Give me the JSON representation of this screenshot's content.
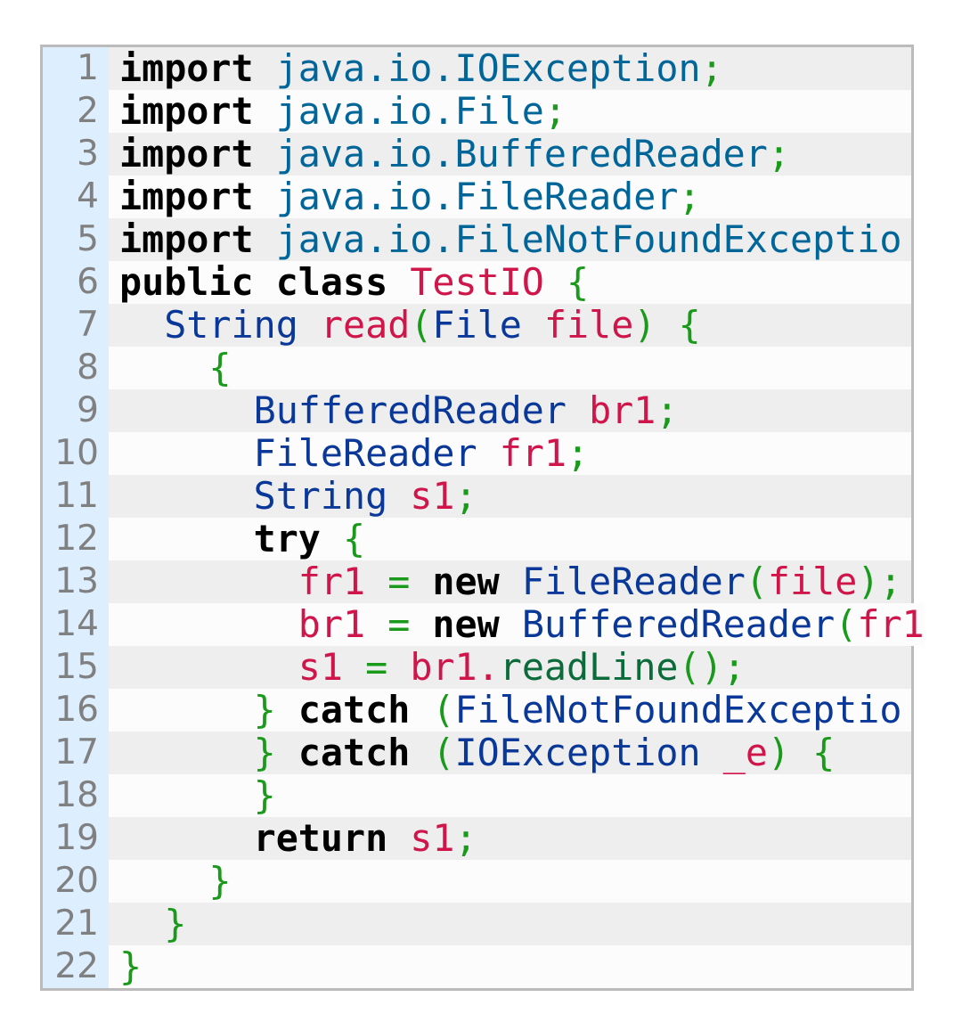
{
  "colors": {
    "keyword": "#000000",
    "package": "#006699",
    "type": "#0a3899",
    "identifier": "#d0154a",
    "punctuation": "#1a9a1a",
    "method": "#0b6b3a",
    "gutter_bg": "#ddeeff",
    "line_number": "#808080",
    "row_odd_bg": "#eeeeee",
    "row_even_bg": "#fcfcfc",
    "border": "#bbbbbb"
  },
  "lines": [
    {
      "n": "1",
      "tokens": [
        {
          "t": "import",
          "c": "kw"
        },
        {
          "t": " ",
          "c": "plain"
        },
        {
          "t": "java.io.IOException",
          "c": "pkg"
        },
        {
          "t": ";",
          "c": "punct"
        }
      ]
    },
    {
      "n": "2",
      "tokens": [
        {
          "t": "import",
          "c": "kw"
        },
        {
          "t": " ",
          "c": "plain"
        },
        {
          "t": "java.io.File",
          "c": "pkg"
        },
        {
          "t": ";",
          "c": "punct"
        }
      ]
    },
    {
      "n": "3",
      "tokens": [
        {
          "t": "import",
          "c": "kw"
        },
        {
          "t": " ",
          "c": "plain"
        },
        {
          "t": "java.io.BufferedReader",
          "c": "pkg"
        },
        {
          "t": ";",
          "c": "punct"
        }
      ]
    },
    {
      "n": "4",
      "tokens": [
        {
          "t": "import",
          "c": "kw"
        },
        {
          "t": " ",
          "c": "plain"
        },
        {
          "t": "java.io.FileReader",
          "c": "pkg"
        },
        {
          "t": ";",
          "c": "punct"
        }
      ]
    },
    {
      "n": "5",
      "tokens": [
        {
          "t": "import",
          "c": "kw"
        },
        {
          "t": " ",
          "c": "plain"
        },
        {
          "t": "java.io.FileNotFoundExceptio",
          "c": "pkg"
        }
      ]
    },
    {
      "n": "6",
      "tokens": [
        {
          "t": "public",
          "c": "kw"
        },
        {
          "t": " ",
          "c": "plain"
        },
        {
          "t": "class",
          "c": "kw"
        },
        {
          "t": " ",
          "c": "plain"
        },
        {
          "t": "TestIO",
          "c": "ident"
        },
        {
          "t": " ",
          "c": "plain"
        },
        {
          "t": "{",
          "c": "punct"
        }
      ]
    },
    {
      "n": "7",
      "tokens": [
        {
          "t": "  ",
          "c": "plain"
        },
        {
          "t": "String",
          "c": "type"
        },
        {
          "t": " ",
          "c": "plain"
        },
        {
          "t": "read",
          "c": "ident"
        },
        {
          "t": "(",
          "c": "punct"
        },
        {
          "t": "File",
          "c": "type"
        },
        {
          "t": " ",
          "c": "plain"
        },
        {
          "t": "file",
          "c": "ident"
        },
        {
          "t": ")",
          "c": "punct"
        },
        {
          "t": " ",
          "c": "plain"
        },
        {
          "t": "{",
          "c": "punct"
        }
      ]
    },
    {
      "n": "8",
      "tokens": [
        {
          "t": "    ",
          "c": "plain"
        },
        {
          "t": "{",
          "c": "punct"
        }
      ]
    },
    {
      "n": "9",
      "tokens": [
        {
          "t": "      ",
          "c": "plain"
        },
        {
          "t": "BufferedReader",
          "c": "type"
        },
        {
          "t": " ",
          "c": "plain"
        },
        {
          "t": "br1",
          "c": "ident"
        },
        {
          "t": ";",
          "c": "punct"
        }
      ]
    },
    {
      "n": "10",
      "tokens": [
        {
          "t": "      ",
          "c": "plain"
        },
        {
          "t": "FileReader",
          "c": "type"
        },
        {
          "t": " ",
          "c": "plain"
        },
        {
          "t": "fr1",
          "c": "ident"
        },
        {
          "t": ";",
          "c": "punct"
        }
      ]
    },
    {
      "n": "11",
      "tokens": [
        {
          "t": "      ",
          "c": "plain"
        },
        {
          "t": "String",
          "c": "type"
        },
        {
          "t": " ",
          "c": "plain"
        },
        {
          "t": "s1",
          "c": "ident"
        },
        {
          "t": ";",
          "c": "punct"
        }
      ]
    },
    {
      "n": "12",
      "tokens": [
        {
          "t": "      ",
          "c": "plain"
        },
        {
          "t": "try",
          "c": "kw"
        },
        {
          "t": " ",
          "c": "plain"
        },
        {
          "t": "{",
          "c": "punct"
        }
      ]
    },
    {
      "n": "13",
      "tokens": [
        {
          "t": "        ",
          "c": "plain"
        },
        {
          "t": "fr1",
          "c": "ident"
        },
        {
          "t": " ",
          "c": "plain"
        },
        {
          "t": "=",
          "c": "punct"
        },
        {
          "t": " ",
          "c": "plain"
        },
        {
          "t": "new",
          "c": "kw"
        },
        {
          "t": " ",
          "c": "plain"
        },
        {
          "t": "FileReader",
          "c": "type"
        },
        {
          "t": "(",
          "c": "punct"
        },
        {
          "t": "file",
          "c": "ident"
        },
        {
          "t": ");",
          "c": "punct"
        }
      ]
    },
    {
      "n": "14",
      "tokens": [
        {
          "t": "        ",
          "c": "plain"
        },
        {
          "t": "br1",
          "c": "ident"
        },
        {
          "t": " ",
          "c": "plain"
        },
        {
          "t": "=",
          "c": "punct"
        },
        {
          "t": " ",
          "c": "plain"
        },
        {
          "t": "new",
          "c": "kw"
        },
        {
          "t": " ",
          "c": "plain"
        },
        {
          "t": "BufferedReader",
          "c": "type"
        },
        {
          "t": "(",
          "c": "punct"
        },
        {
          "t": "fr1",
          "c": "ident"
        }
      ]
    },
    {
      "n": "15",
      "tokens": [
        {
          "t": "        ",
          "c": "plain"
        },
        {
          "t": "s1",
          "c": "ident"
        },
        {
          "t": " ",
          "c": "plain"
        },
        {
          "t": "=",
          "c": "punct"
        },
        {
          "t": " ",
          "c": "plain"
        },
        {
          "t": "br1.",
          "c": "ident"
        },
        {
          "t": "readLine",
          "c": "method"
        },
        {
          "t": "();",
          "c": "punct"
        }
      ]
    },
    {
      "n": "16",
      "tokens": [
        {
          "t": "      ",
          "c": "plain"
        },
        {
          "t": "}",
          "c": "punct"
        },
        {
          "t": " ",
          "c": "plain"
        },
        {
          "t": "catch",
          "c": "kw"
        },
        {
          "t": " ",
          "c": "plain"
        },
        {
          "t": "(",
          "c": "punct"
        },
        {
          "t": "FileNotFoundExceptio",
          "c": "type"
        }
      ]
    },
    {
      "n": "17",
      "tokens": [
        {
          "t": "      ",
          "c": "plain"
        },
        {
          "t": "}",
          "c": "punct"
        },
        {
          "t": " ",
          "c": "plain"
        },
        {
          "t": "catch",
          "c": "kw"
        },
        {
          "t": " ",
          "c": "plain"
        },
        {
          "t": "(",
          "c": "punct"
        },
        {
          "t": "IOException",
          "c": "type"
        },
        {
          "t": " ",
          "c": "plain"
        },
        {
          "t": "_e",
          "c": "ident"
        },
        {
          "t": ")",
          "c": "punct"
        },
        {
          "t": " ",
          "c": "plain"
        },
        {
          "t": "{",
          "c": "punct"
        }
      ]
    },
    {
      "n": "18",
      "tokens": [
        {
          "t": "      ",
          "c": "plain"
        },
        {
          "t": "}",
          "c": "punct"
        }
      ]
    },
    {
      "n": "19",
      "tokens": [
        {
          "t": "      ",
          "c": "plain"
        },
        {
          "t": "return",
          "c": "kw"
        },
        {
          "t": " ",
          "c": "plain"
        },
        {
          "t": "s1",
          "c": "ident"
        },
        {
          "t": ";",
          "c": "punct"
        }
      ]
    },
    {
      "n": "20",
      "tokens": [
        {
          "t": "    ",
          "c": "plain"
        },
        {
          "t": "}",
          "c": "punct"
        }
      ]
    },
    {
      "n": "21",
      "tokens": [
        {
          "t": "  ",
          "c": "plain"
        },
        {
          "t": "}",
          "c": "punct"
        }
      ]
    },
    {
      "n": "22",
      "tokens": [
        {
          "t": "}",
          "c": "punct"
        }
      ]
    }
  ]
}
